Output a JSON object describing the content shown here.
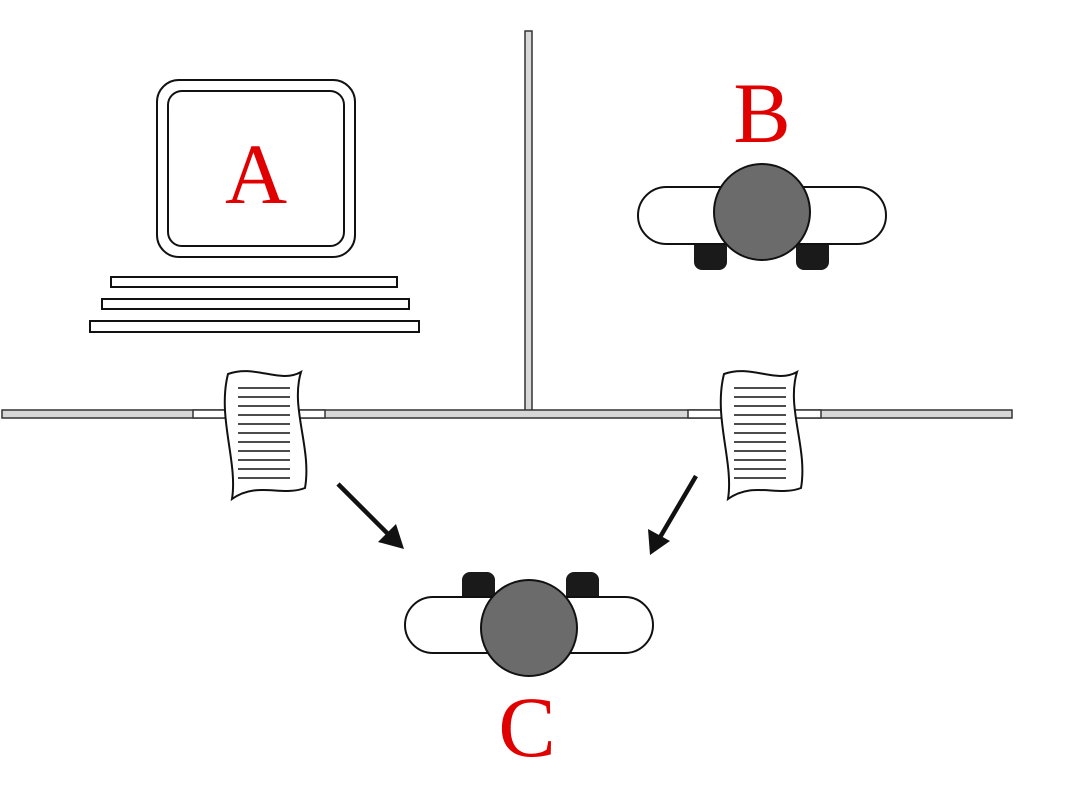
{
  "labels": {
    "computer": "A",
    "human": "B",
    "interrogator": "C"
  },
  "colors": {
    "label": "#e00000",
    "head": "#6b6b6b",
    "outline": "#111111",
    "wall_fill": "#d8d8d8"
  }
}
